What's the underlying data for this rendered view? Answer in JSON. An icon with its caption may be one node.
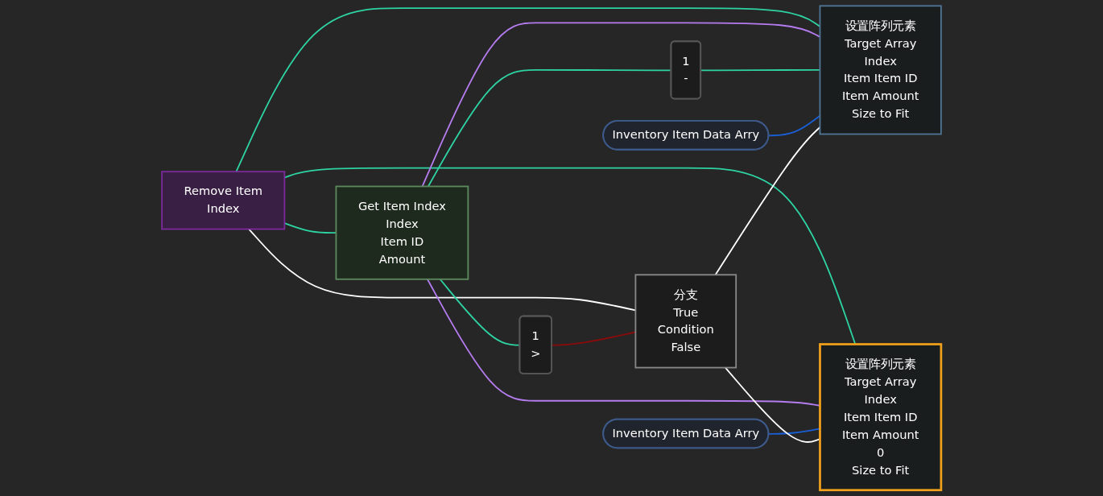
{
  "diagram": {
    "nodes": [
      {
        "text": [
          "Remove Item",
          "Index"
        ]
      },
      {
        "text": [
          "Get Item Index",
          "Index",
          "Item ID",
          "Amount"
        ]
      },
      {
        "text": [
          "1",
          ">"
        ]
      },
      {
        "text": [
          "Inventory Item Data Arry"
        ]
      },
      {
        "text": [
          "1",
          "-"
        ]
      },
      {
        "text": [
          "分支",
          "True",
          "Condition",
          "False"
        ]
      },
      {
        "text": [
          "Inventory Item Data Arry"
        ]
      },
      {
        "text": [
          "设置阵列元素",
          "Target Array",
          "Index",
          "Item Item ID",
          "Item Amount",
          "Size to Fit"
        ]
      },
      {
        "text": [
          "设置阵列元素",
          "Target Array",
          "Index",
          "Item Item ID",
          "Item Amount",
          "0",
          "Size to Fit"
        ]
      }
    ],
    "edges": [
      {
        "from": 0,
        "to": 5,
        "arrow": "none",
        "color": "#ffffff"
      },
      {
        "from": 0,
        "to": 7,
        "arrow": "none"
      },
      {
        "from": 0,
        "to": 1,
        "arrow": "none"
      },
      {
        "from": 0,
        "to": 8,
        "arrow": "none"
      },
      {
        "from": 1,
        "to": 7,
        "arrow": "none",
        "color": "#b57cf0"
      },
      {
        "from": 1,
        "to": 8,
        "arrow": "none",
        "color": "#b57cf0"
      },
      {
        "from": 1,
        "to": 4,
        "arrow": "none"
      },
      {
        "from": 1,
        "to": 2,
        "arrow": "none"
      },
      {
        "from": 2,
        "to": 5,
        "arrow": "none",
        "color": "#8a0b0b"
      },
      {
        "from": 4,
        "to": 7,
        "arrow": "none"
      },
      {
        "from": 3,
        "to": 7,
        "arrow": "none",
        "color": "#1a5fd6"
      },
      {
        "from": 6,
        "to": 8,
        "arrow": "none",
        "color": "#1a5fd6"
      },
      {
        "from": 5,
        "to": 7,
        "arrow": "none",
        "color": "#ffffff"
      },
      {
        "from": 5,
        "to": 8,
        "arrow": "none",
        "color": "#ffffff"
      }
    ]
  }
}
